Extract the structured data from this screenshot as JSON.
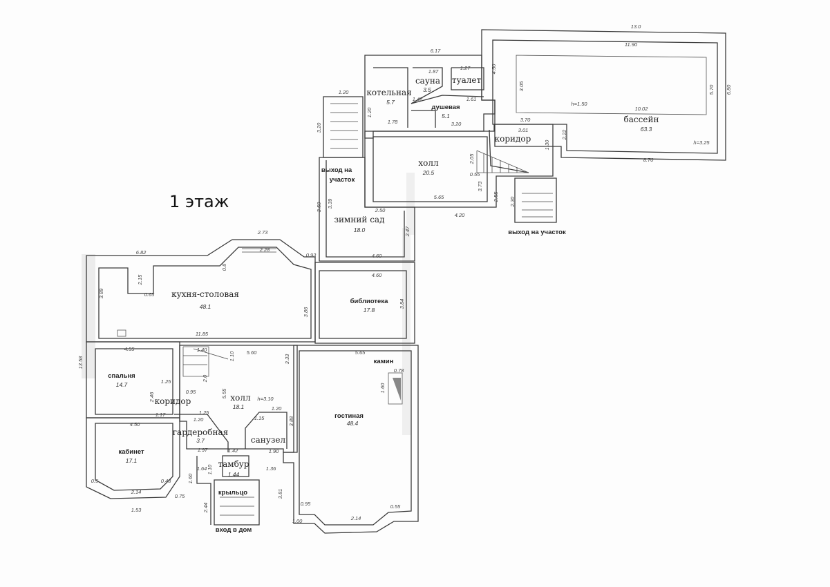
{
  "title": "1 этаж",
  "rooms": [
    {
      "name": "котельная",
      "area": "5.7"
    },
    {
      "name": "сауна",
      "area": "3.5"
    },
    {
      "name": "туалет",
      "area": ""
    },
    {
      "name": "душевая",
      "area": "5.1"
    },
    {
      "name": "холл",
      "area": "20.5"
    },
    {
      "name": "коридор",
      "area": ""
    },
    {
      "name": "бассейн",
      "area": "63.3"
    },
    {
      "name": "зимний сад",
      "area": "18.0"
    },
    {
      "name": "кухня-столовая",
      "area": "48.1"
    },
    {
      "name": "библиотека",
      "area": "17.8"
    },
    {
      "name": "спальня",
      "area": "14.7"
    },
    {
      "name": "коридор",
      "area": ""
    },
    {
      "name": "холл",
      "area": "18.1"
    },
    {
      "name": "гардеробная",
      "area": "3.7"
    },
    {
      "name": "санузел",
      "area": ""
    },
    {
      "name": "гостиная",
      "area": "48.4"
    },
    {
      "name": "кабинет",
      "area": "17.1"
    },
    {
      "name": "тамбур",
      "area": "1.44"
    },
    {
      "name": "крыльцо",
      "area": ""
    },
    {
      "name": "камин",
      "area": ""
    }
  ],
  "annotations": [
    "выход на",
    "участок",
    "выход на участок",
    "вход в дом"
  ],
  "dimensions": [
    "6.17",
    "1.20",
    "1.87",
    "1.27",
    "1.42",
    "1.61",
    "1.78",
    "3.20",
    "3.70",
    "3.01",
    "5.65",
    "4.20",
    "1.20",
    "3.73",
    "2.55",
    "2.30",
    "1.30",
    "2.05",
    "0.55",
    "2.22",
    "13.0",
    "11.90",
    "3.05",
    "h=1.50",
    "10.02",
    "5.70",
    "6.80",
    "h=3.25",
    "8.70",
    "4.50",
    "3.20",
    "3.50",
    "3.39",
    "2.50",
    "2.47",
    "2.73",
    "2.28",
    "6.82",
    "0.93",
    "0.8",
    "2.15",
    "0.65",
    "3.89",
    "3.86",
    "11.85",
    "4.60",
    "4.60",
    "3.84",
    "4.55",
    "13.58",
    "5.60",
    "5.65",
    "1.40",
    "1.10",
    "3.33",
    "0.78",
    "1.60",
    "1.25",
    "2.0",
    "0.95",
    "2.46",
    "1.25",
    "5.55",
    "h=3.10",
    "4.50",
    "1.17",
    "1.20",
    "1.20",
    "1.15",
    "3.88",
    "1.97",
    "1.42",
    "1.90",
    "1.64",
    "1.10",
    "1.36",
    "1.60",
    "0.5",
    "0.43",
    "2.14",
    "0.75",
    "1.53",
    "0.95",
    "2.14",
    "0.55",
    "1.00",
    "3.81",
    "2.44"
  ]
}
